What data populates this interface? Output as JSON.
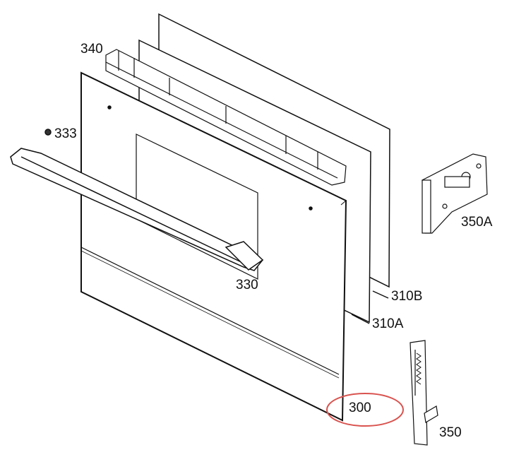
{
  "labels": {
    "trim": "340",
    "screw": "333",
    "handle": "330",
    "hinge_upper": "350A",
    "inner_glass_b": "310B",
    "inner_glass_a": "310A",
    "door_outer_glass": "300",
    "hinge_lower": "350"
  },
  "colors": {
    "line": "#111111",
    "highlight": "#d9534f"
  }
}
